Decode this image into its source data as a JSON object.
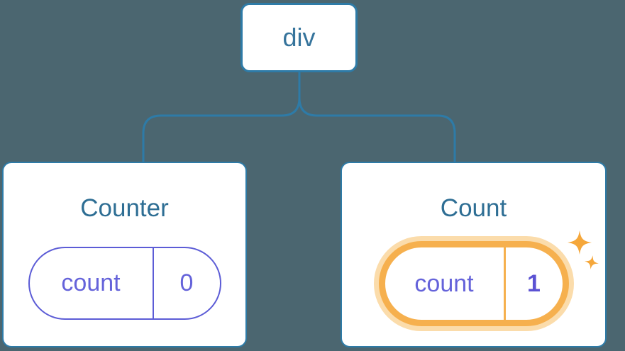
{
  "diagram": {
    "description": "React component tree with state",
    "root_node": {
      "label": "div"
    },
    "components": [
      {
        "title": "Counter",
        "state_pill": {
          "label": "count",
          "value": "0",
          "highlighted": false
        }
      },
      {
        "title": "Count",
        "state_pill": {
          "label": "count",
          "value": "1",
          "highlighted": true
        }
      }
    ]
  },
  "icons": {
    "sparkle": "four-pointed-star-sparkle"
  },
  "colors": {
    "background": "#4b6670",
    "node_border_blue": "#2e7ba7",
    "root_label_blue": "#36749c",
    "card_title_blue": "#2e6e94",
    "card_background": "#ffffff",
    "state_purple": "#6563da",
    "state_value_bold_purple": "#5b52d3",
    "pill_border_purple": "#5c5cd6",
    "highlight_orange": "#f6b04e",
    "highlight_glow_orange": "#fbdcab",
    "sparkle_orange": "#f5a73b"
  }
}
